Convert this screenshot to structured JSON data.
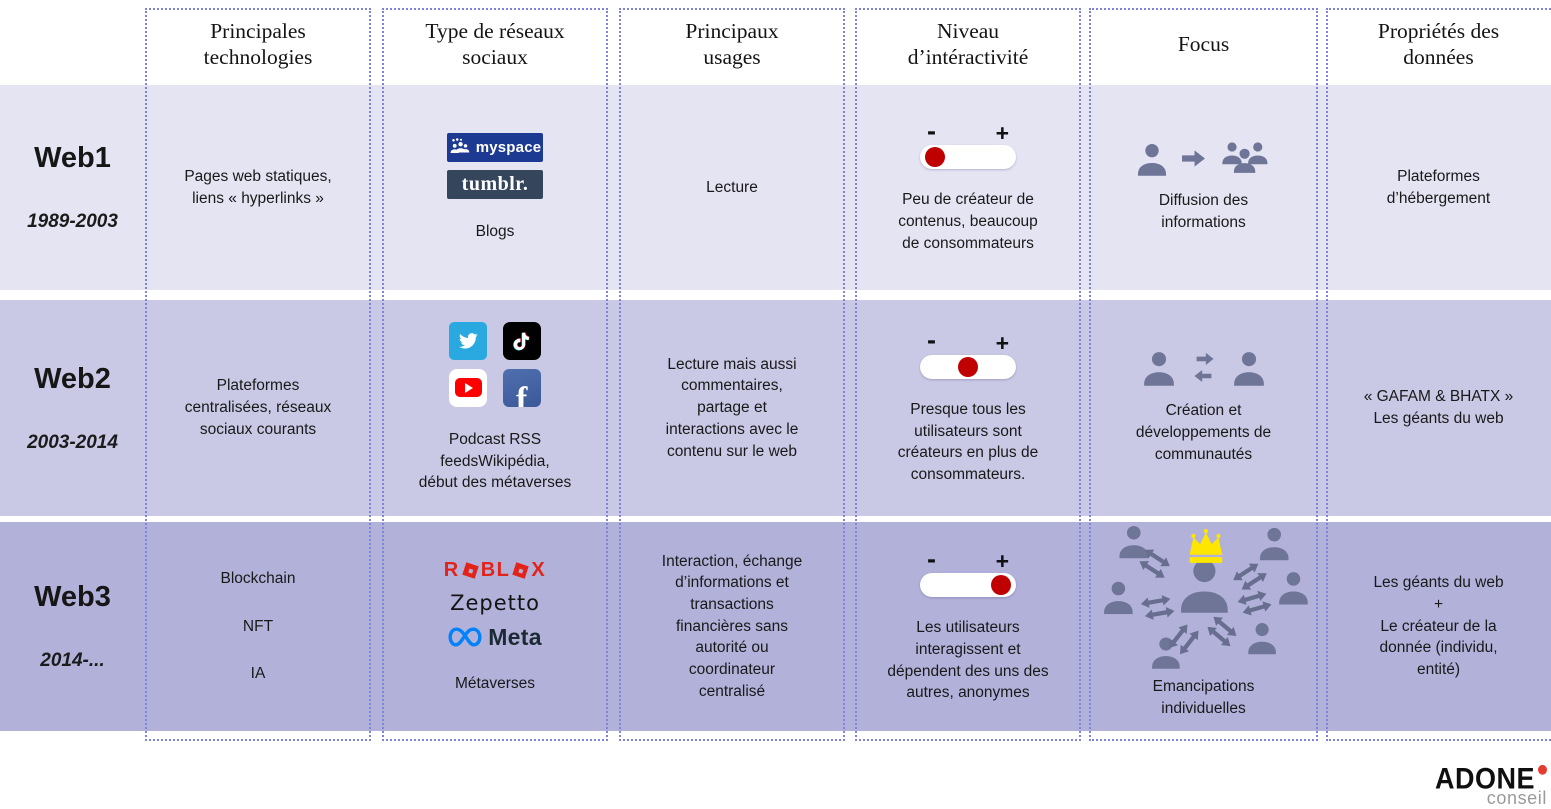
{
  "header": {
    "columns": [
      "Principales\ntechnologies",
      "Type de réseaux\nsociaux",
      "Principaux\nusages",
      "Niveau\nd’intéractivité",
      "Focus",
      "Propriétés des\ndonnées"
    ]
  },
  "slider": {
    "minus": "-",
    "plus": "+"
  },
  "rows": [
    {
      "label": "Web1",
      "period": "1989-2003",
      "technologies": "Pages web statiques,\nliens « hyperlinks »",
      "social_caption": "Blogs",
      "usages": "Lecture",
      "interactivity": {
        "level": "low",
        "text": "Peu de créateur de\ncontenus, beaucoup\nde consommateurs"
      },
      "focus": "Diffusion des\ninformations",
      "data_properties": "Plateformes\nd’hébergement"
    },
    {
      "label": "Web2",
      "period": "2003-2014",
      "technologies": "Plateformes\ncentralisées, réseaux\nsociaux courants",
      "social_caption": "Podcast RSS\nfeedsWikipédia,\ndébut des métaverses",
      "usages": "Lecture mais aussi\ncommentaires,\npartage et\ninteractions avec le\ncontenu sur le web",
      "interactivity": {
        "level": "mid",
        "text": "Presque tous les\nutilisateurs sont\ncréateurs en plus de\nconsommateurs."
      },
      "focus": "Création et\ndéveloppements de\ncommunautés",
      "data_properties": "« GAFAM & BHATX »\nLes géants du web"
    },
    {
      "label": "Web3",
      "period": "2014-...",
      "technologies_list": [
        "Blockchain",
        "NFT",
        "IA"
      ],
      "social_caption": "Métaverses",
      "usages": "Interaction, échange\nd’informations et\ntransactions\nfinancières sans\nautorité ou\ncoordinateur\ncentralisé",
      "interactivity": {
        "level": "high",
        "text": "Les utilisateurs\ninteragissent et\ndépendent des uns des\nautres, anonymes"
      },
      "focus": "Emancipations\nindividuelles",
      "data_properties": "Les géants du web\n+\nLe créateur de la\ndonnée (individu,\nentité)"
    }
  ],
  "brands": {
    "myspace": "myspace",
    "tumblr": "tumblr.",
    "roblox_parts": [
      "R",
      "BL",
      "X"
    ],
    "zepetto": "Zepetto",
    "meta": "Meta"
  },
  "footer_logo": {
    "name": "ADONE",
    "sub": "conseil"
  },
  "colors": {
    "row_web1_bg": "#e5e4f3",
    "row_web2_bg": "#c9c8e5",
    "row_web3_bg": "#b2b1da",
    "column_border_purple": "#7f83d9",
    "icon_grey_blue": "#6e7597",
    "slider_knob_red": "#c00000",
    "crown_yellow": "#ffe600",
    "twitter_blue": "#2aa9e0",
    "tiktok_black": "#010101",
    "youtube_red": "#fe0000",
    "facebook_blue": "#3b5998",
    "myspace_blue": "#1d3a92",
    "tumblr_slate": "#35465c",
    "roblox_red": "#e2231a",
    "meta_blue": "#0082fb",
    "adone_dot_red": "#e63b2e"
  }
}
